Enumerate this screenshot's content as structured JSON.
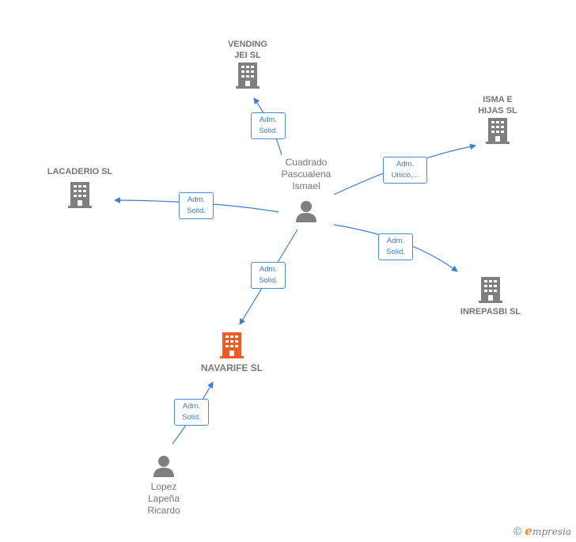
{
  "colors": {
    "company": "#7f7f7f",
    "focus_company": "#f05a24",
    "person": "#7f7f7f",
    "edge": "#3d7fd4"
  },
  "nodes": {
    "vending": {
      "label": "VENDING\nJEI SL"
    },
    "isma": {
      "label": "ISMA E\nHIJAS  SL"
    },
    "lacaderio": {
      "label": "LACADERIO  SL"
    },
    "inrepasbi": {
      "label": "INREPASBI  SL"
    },
    "navarife": {
      "label": "NAVARIFE  SL"
    },
    "cuadrado": {
      "label": "Cuadrado\nPascualena\nIsmael"
    },
    "lopez": {
      "label": "Lopez\nLapeña\nRicardo"
    }
  },
  "edges": {
    "to_vending": {
      "label": "Adm.\nSolid."
    },
    "to_isma": {
      "label": "Adm.\nUnico,..."
    },
    "to_lacaderio": {
      "label": "Adm.\nSolid."
    },
    "to_inrepasbi": {
      "label": "Adm.\nSolid."
    },
    "to_navarife": {
      "label": "Adm.\nSolid."
    },
    "lopez_to_navarife": {
      "label": "Adm.\nSolid."
    }
  },
  "footer": {
    "copyright": "©",
    "brand_initial": "e",
    "brand_rest": "mpresia"
  }
}
